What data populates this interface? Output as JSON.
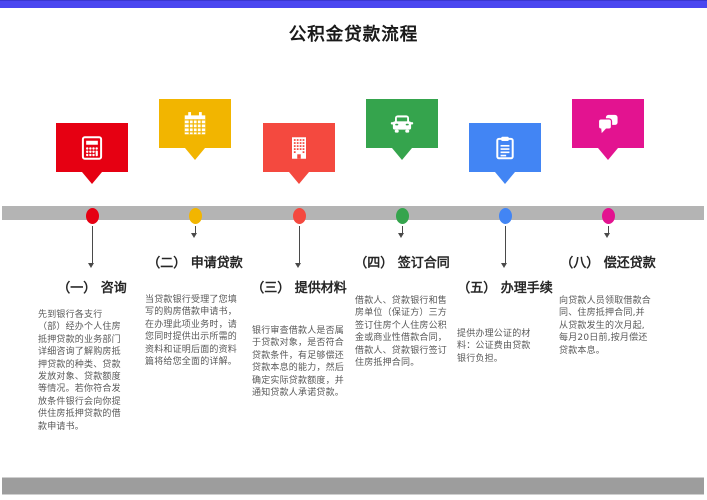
{
  "header": {
    "title": "公积金贷款流程"
  },
  "theme": {
    "top_bar_color": "#4a46f0",
    "timeline_color": "#b4b4b4",
    "footer_bar_color": "#9d9d9d",
    "arrow_color": "#4a4a4a",
    "title_color": "#1a1a1a",
    "heading_color": "#262626",
    "body_text_color": "#595959"
  },
  "steps": [
    {
      "heading": "（一） 咨询",
      "body": "先到银行各支行（部）经办个人住房抵押贷款的业务部门详细咨询了解购房抵押贷款的种类、贷款发放对象、贷款额度等情况。若你符合发放条件银行会向你提供住房抵押贷款的借款申请书。",
      "color": "#e60012",
      "icon": "calculator-icon",
      "position": "low"
    },
    {
      "heading": "（二） 申请贷款",
      "body": "当贷款银行受理了您填写的购房借款申请书，在办理此项业务时，请您同时提供出示所需的资料和证明后面的资料篇将给您全面的详解。",
      "color": "#f2b500",
      "icon": "calendar-icon",
      "position": "high"
    },
    {
      "heading": "（三） 提供材料",
      "body": "银行审查借款人是否属于贷款对象，是否符合贷款条件，有足够偿还贷款本息的能力，然后确定实际贷款额度，并通知贷款人承诺贷款。",
      "color": "#f4493f",
      "icon": "building-icon",
      "position": "low"
    },
    {
      "heading": "（四） 签订合同",
      "body": "借款人、贷款银行和售房单位（保证方）三方签订住房个人住房公积金或商业性借款合同，借款人、贷款银行签订住房抵押合同。",
      "color": "#35a44d",
      "icon": "car-icon",
      "position": "high"
    },
    {
      "heading": "（五） 办理手续",
      "body": "提供办理公证的材料：公证费由贷款银行负担。",
      "color": "#4285f4",
      "icon": "clipboard-icon",
      "position": "low"
    },
    {
      "heading": "（八） 偿还贷款",
      "body": "向贷款人员领取借款合同、住房抵押合同,并从贷款发生的次月起,每月20日前,按月偿还贷款本息。",
      "color": "#e31390",
      "icon": "chat-icon",
      "position": "high"
    }
  ]
}
